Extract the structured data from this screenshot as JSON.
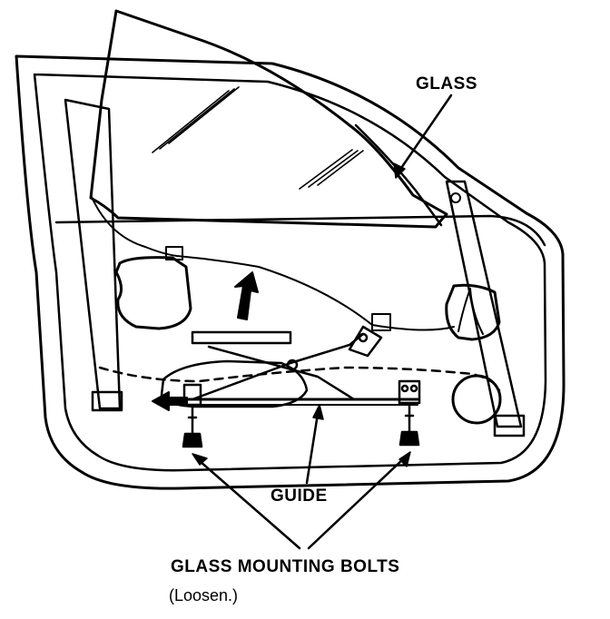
{
  "labels": {
    "glass": "GLASS",
    "guide": "GUIDE",
    "bolts": "GLASS MOUNTING BOLTS",
    "bolts_note": "(Loosen.)"
  },
  "colors": {
    "ink": "#000000",
    "paper": "#ffffff"
  }
}
